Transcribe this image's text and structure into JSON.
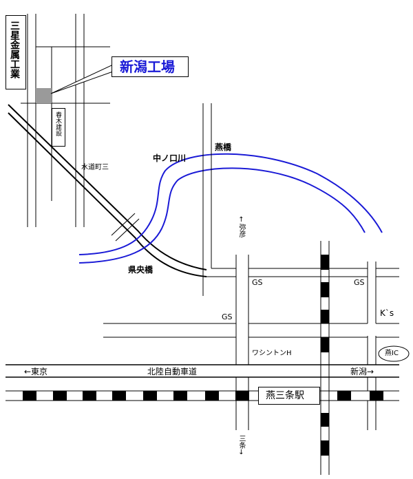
{
  "map": {
    "company_name": "三星金属工業",
    "factory_callout": "新潟工場",
    "neighbor_building": "春木建設",
    "road_labels": {
      "suido_cho": "水道町三",
      "kenou_bridge": "県央橋",
      "tsubame_bridge": "燕橋",
      "nakanokuchi_river": "中ノ口川",
      "to_yahiko": "↑弥彦",
      "to_sanjo": "三条↓",
      "expressway_west": "←東京",
      "expressway_name": "北陸自動車道",
      "expressway_east": "新潟→"
    },
    "landmarks": {
      "gs_1": "GS",
      "gs_2": "GS",
      "gs_3": "GS",
      "ks_store": "K`s",
      "washington_hotel": "ワシントンH",
      "tsubame_ic": "燕IC",
      "station": "燕三条駅"
    },
    "colors": {
      "river": "#1a1ad6",
      "callout_text": "#1a1ad6",
      "factory_fill": "#9a9a9a",
      "rail_black": "#000000"
    }
  }
}
